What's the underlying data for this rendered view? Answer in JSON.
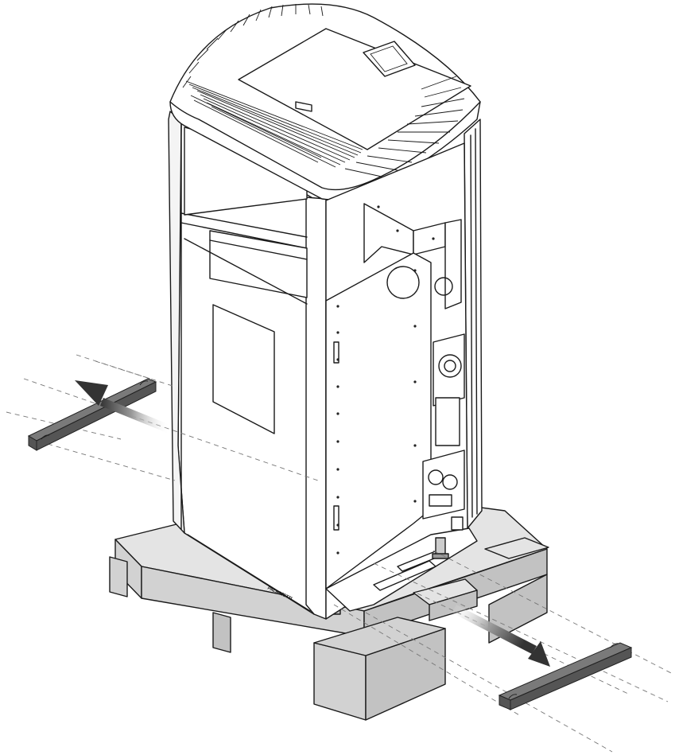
{
  "illustration": {
    "subject": "stove-on-pallet",
    "removed_parts": [
      "left-transport-bracket",
      "right-transport-bracket"
    ],
    "arrow_colors": {
      "dark": "#333333",
      "light": "#ffffff"
    },
    "bracket_color": "#555555",
    "pallet_color": "#e0e0e0"
  },
  "brand_plate": {
    "text": "PALAZZETTI"
  }
}
